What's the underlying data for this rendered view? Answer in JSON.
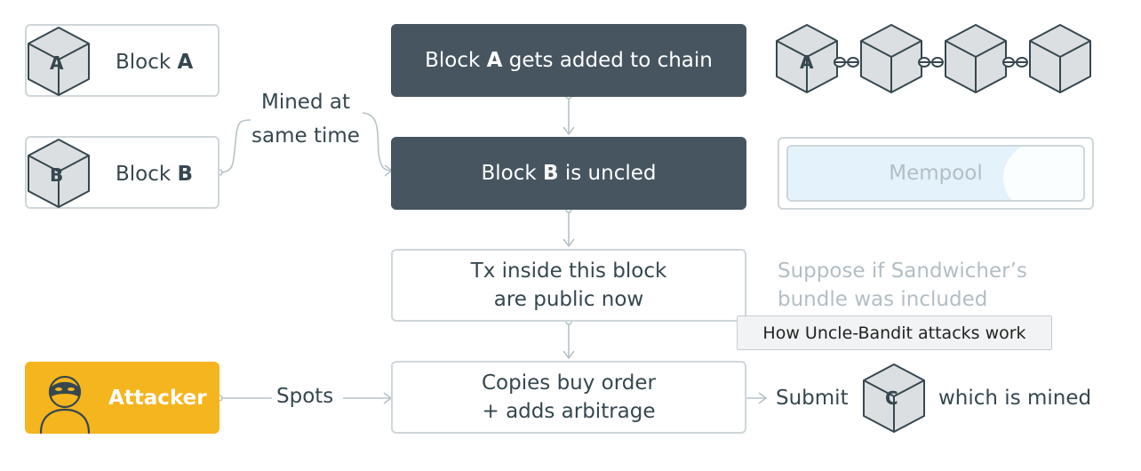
{
  "block_a": {
    "cube_letter": "A",
    "label_prefix": "Block ",
    "label_bold": "A"
  },
  "block_b": {
    "cube_letter": "B",
    "label_prefix": "Block ",
    "label_bold": "B"
  },
  "mined_note": {
    "line1": "Mined at",
    "line2": "same time"
  },
  "step1": {
    "prefix": "Block ",
    "bold": "A",
    "suffix": " gets added to chain"
  },
  "step2": {
    "prefix": "Block ",
    "bold": "B",
    "suffix": " is uncled"
  },
  "step3": {
    "line1": "Tx inside this block",
    "line2": "are public now"
  },
  "step4": {
    "line1": "Copies buy order",
    "line2": "+ adds arbitrage"
  },
  "chain": {
    "first_letter": "A"
  },
  "mempool": {
    "label": "Mempool"
  },
  "suppose_note": {
    "line1": "Suppose if Sandwicher’s",
    "line2": "bundle was included"
  },
  "tooltip": "How Uncle-Bandit attacks work",
  "attacker": {
    "label": "Attacker"
  },
  "spots_label": "Spots",
  "submit": {
    "label": "Submit",
    "cube_letter": "C",
    "suffix": "which is mined"
  },
  "colors": {
    "dark_box": "#46555f",
    "attacker": "#f5b51f",
    "border": "#cfd6da",
    "muted_text": "#b3bec4",
    "cube_fill": "#dcdfe1",
    "mempool_fill": "#e4f3fb"
  }
}
